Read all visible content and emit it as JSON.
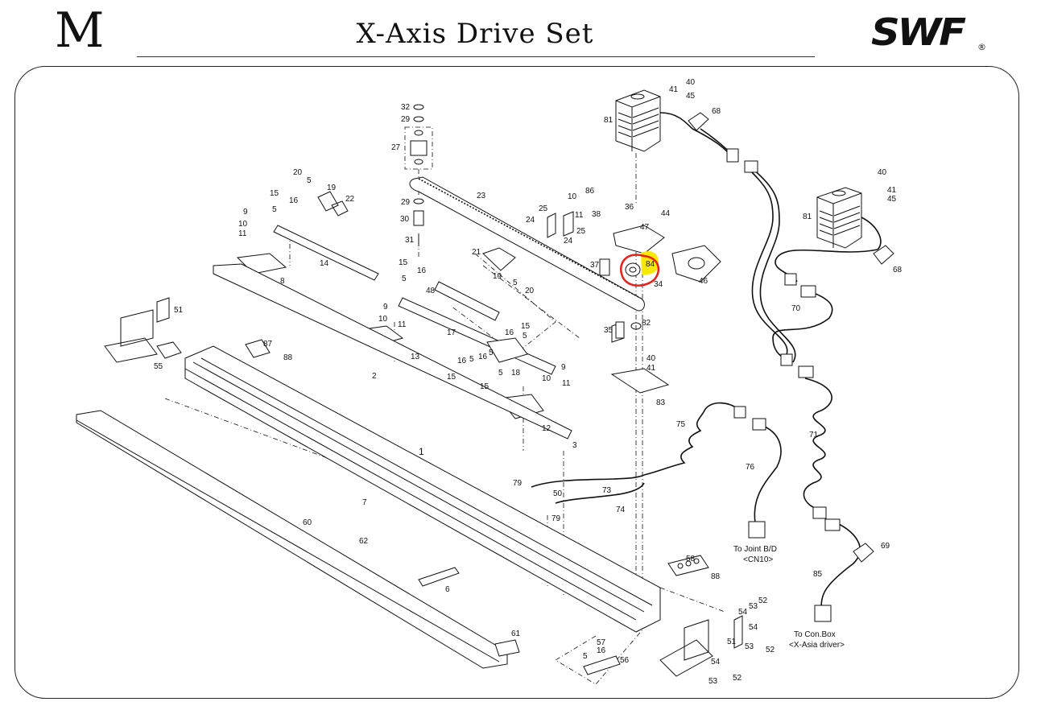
{
  "page": {
    "letter": "M",
    "title": "X-Axis Drive Set",
    "brand": "SWF",
    "registered": "®"
  },
  "notes": {
    "joint_1": "To Joint B/D",
    "joint_2": "<CN10>",
    "conbox_1": "To Con.Box",
    "conbox_2": "<X-Asia driver>"
  },
  "highlight": {
    "part": "84",
    "circle_color": "#e8201a",
    "fill_color": "#f7ea00"
  },
  "colors": {
    "ink": "#111111",
    "background": "#ffffff"
  },
  "parts": [
    "40",
    "41",
    "45",
    "68",
    "81",
    "32",
    "29",
    "27",
    "20",
    "5",
    "19",
    "22",
    "15",
    "16",
    "23",
    "10",
    "86",
    "9",
    "11",
    "25",
    "24",
    "38",
    "36",
    "44",
    "47",
    "14",
    "30",
    "31",
    "21",
    "8",
    "37",
    "84",
    "46",
    "34",
    "48",
    "17",
    "70",
    "35",
    "82",
    "18",
    "12",
    "3",
    "13",
    "2",
    "87",
    "88",
    "51",
    "55",
    "1",
    "75",
    "71",
    "76",
    "79",
    "50",
    "73",
    "74",
    "7",
    "60",
    "62",
    "58",
    "6",
    "69",
    "85",
    "54",
    "53",
    "52",
    "57",
    "56",
    "61"
  ],
  "callouts": [
    {
      "id": "c0",
      "part": "40"
    },
    {
      "id": "c1",
      "part": "41"
    },
    {
      "id": "c2",
      "part": "45"
    },
    {
      "id": "c3",
      "part": "68"
    },
    {
      "id": "c4",
      "part": "81"
    },
    {
      "id": "c5",
      "part": "32"
    },
    {
      "id": "c6",
      "part": "29"
    },
    {
      "id": "c7",
      "part": "27"
    },
    {
      "id": "c8",
      "part": "20"
    },
    {
      "id": "c9",
      "part": "5"
    },
    {
      "id": "c10",
      "part": "19"
    },
    {
      "id": "c11",
      "part": "22"
    },
    {
      "id": "c12",
      "part": "15"
    },
    {
      "id": "c13",
      "part": "16"
    },
    {
      "id": "c14",
      "part": "5"
    },
    {
      "id": "c15",
      "part": "23"
    },
    {
      "id": "c16",
      "part": "10"
    },
    {
      "id": "c17",
      "part": "86"
    },
    {
      "id": "c18",
      "part": "9"
    },
    {
      "id": "c19",
      "part": "10"
    },
    {
      "id": "c20",
      "part": "11"
    },
    {
      "id": "c21",
      "part": "25"
    },
    {
      "id": "c22",
      "part": "11"
    },
    {
      "id": "c23",
      "part": "24"
    },
    {
      "id": "c24",
      "part": "25"
    },
    {
      "id": "c25",
      "part": "24"
    },
    {
      "id": "c26",
      "part": "38"
    },
    {
      "id": "c27",
      "part": "36"
    },
    {
      "id": "c28",
      "part": "44"
    },
    {
      "id": "c29",
      "part": "47"
    },
    {
      "id": "c30",
      "part": "40"
    },
    {
      "id": "c31",
      "part": "41"
    },
    {
      "id": "c32",
      "part": "45"
    },
    {
      "id": "c33",
      "part": "81"
    },
    {
      "id": "c34",
      "part": "29"
    },
    {
      "id": "c35",
      "part": "30"
    },
    {
      "id": "c36",
      "part": "31"
    },
    {
      "id": "c37",
      "part": "14"
    },
    {
      "id": "c38",
      "part": "21"
    },
    {
      "id": "c39",
      "part": "15"
    },
    {
      "id": "c40",
      "part": "16"
    },
    {
      "id": "c41",
      "part": "5"
    },
    {
      "id": "c42",
      "part": "8"
    },
    {
      "id": "c43",
      "part": "19"
    },
    {
      "id": "c44",
      "part": "5"
    },
    {
      "id": "c45",
      "part": "20"
    },
    {
      "id": "c46",
      "part": "37"
    },
    {
      "id": "c47",
      "part": "84"
    },
    {
      "id": "c48",
      "part": "34"
    },
    {
      "id": "c49",
      "part": "46"
    },
    {
      "id": "c50",
      "part": "68"
    },
    {
      "id": "c51",
      "part": "48"
    },
    {
      "id": "c52",
      "part": "17"
    },
    {
      "id": "c53",
      "part": "70"
    },
    {
      "id": "c54",
      "part": "9"
    },
    {
      "id": "c55",
      "part": "10"
    },
    {
      "id": "c56",
      "part": "11"
    },
    {
      "id": "c57",
      "part": "35"
    },
    {
      "id": "c58",
      "part": "82"
    },
    {
      "id": "c59",
      "part": "16"
    },
    {
      "id": "c60",
      "part": "15"
    },
    {
      "id": "c61",
      "part": "5"
    },
    {
      "id": "c62",
      "part": "51"
    },
    {
      "id": "c63",
      "part": "13"
    },
    {
      "id": "c64",
      "part": "40"
    },
    {
      "id": "c65",
      "part": "41"
    },
    {
      "id": "c66",
      "part": "16"
    },
    {
      "id": "c67",
      "part": "5"
    },
    {
      "id": "c68",
      "part": "16"
    },
    {
      "id": "c69",
      "part": "5"
    },
    {
      "id": "c70",
      "part": "18"
    },
    {
      "id": "c71",
      "part": "15"
    },
    {
      "id": "c72",
      "part": "5"
    },
    {
      "id": "c73",
      "part": "15"
    },
    {
      "id": "c74",
      "part": "87"
    },
    {
      "id": "c75",
      "part": "88"
    },
    {
      "id": "c76",
      "part": "55"
    },
    {
      "id": "c77",
      "part": "2"
    },
    {
      "id": "c78",
      "part": "9"
    },
    {
      "id": "c79",
      "part": "10"
    },
    {
      "id": "c80",
      "part": "11"
    },
    {
      "id": "c81",
      "part": "83"
    },
    {
      "id": "c82",
      "part": "12"
    },
    {
      "id": "c83",
      "part": "75"
    },
    {
      "id": "c84",
      "part": "71"
    },
    {
      "id": "c85",
      "part": "3"
    },
    {
      "id": "c86",
      "part": "1"
    },
    {
      "id": "c87",
      "part": "76"
    },
    {
      "id": "c88",
      "part": "79"
    },
    {
      "id": "c89",
      "part": "50"
    },
    {
      "id": "c90",
      "part": "73"
    },
    {
      "id": "c91",
      "part": "79"
    },
    {
      "id": "c92",
      "part": "74"
    },
    {
      "id": "c93",
      "part": "7"
    },
    {
      "id": "c94",
      "part": "60"
    },
    {
      "id": "c95",
      "part": "62"
    },
    {
      "id": "c96",
      "part": "58"
    },
    {
      "id": "c97",
      "part": "88"
    },
    {
      "id": "c98",
      "part": "69"
    },
    {
      "id": "c99",
      "part": "6"
    },
    {
      "id": "c100",
      "part": "85"
    },
    {
      "id": "c101",
      "part": "54"
    },
    {
      "id": "c102",
      "part": "53"
    },
    {
      "id": "c103",
      "part": "52"
    },
    {
      "id": "c104",
      "part": "54"
    },
    {
      "id": "c105",
      "part": "51"
    },
    {
      "id": "c106",
      "part": "53"
    },
    {
      "id": "c107",
      "part": "52"
    },
    {
      "id": "c108",
      "part": "57"
    },
    {
      "id": "c109",
      "part": "16"
    },
    {
      "id": "c110",
      "part": "5"
    },
    {
      "id": "c111",
      "part": "56"
    },
    {
      "id": "c112",
      "part": "54"
    },
    {
      "id": "c113",
      "part": "53"
    },
    {
      "id": "c114",
      "part": "52"
    },
    {
      "id": "c115",
      "part": "61"
    }
  ]
}
